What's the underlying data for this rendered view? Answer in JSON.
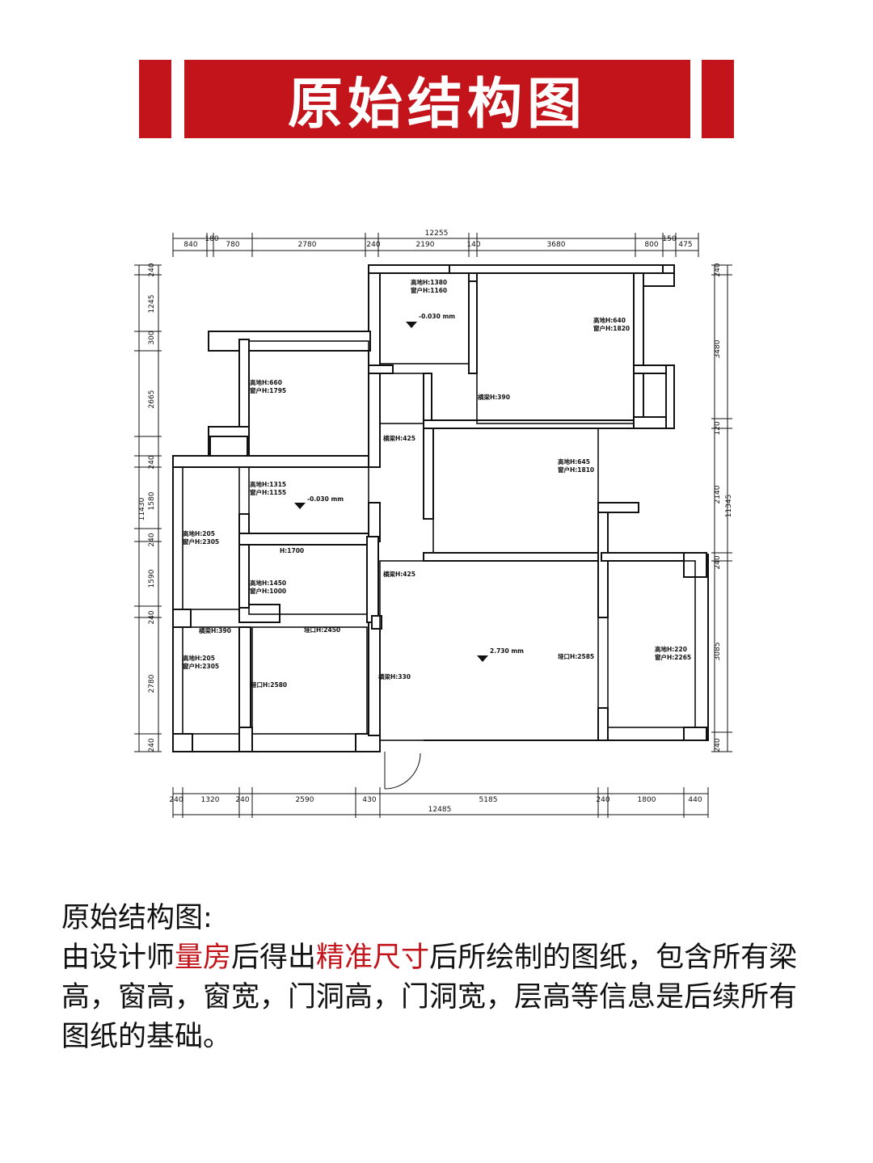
{
  "banner": {
    "title": "原始结构图"
  },
  "plan": {
    "top_dims": {
      "total": "12255",
      "segments": [
        "840",
        "180",
        "780",
        "2780",
        "240",
        "2190",
        "140",
        "3680",
        "800",
        "150",
        "475"
      ]
    },
    "bottom_dims": {
      "total": "12485",
      "segments": [
        "240",
        "1320",
        "240",
        "2590",
        "430",
        "5185",
        "240",
        "1800",
        "440"
      ]
    },
    "left_dims": {
      "total": "11430",
      "segments": [
        "240",
        "1245",
        "300",
        "2665",
        "240",
        "1580",
        "240",
        "1590",
        "240",
        "2780",
        "240"
      ]
    },
    "right_dims": {
      "total": "11345",
      "segments": [
        "240",
        "3480",
        "120",
        "2140",
        "240",
        "3085",
        "240"
      ]
    },
    "notes": [
      {
        "line1": "高地H:1380",
        "line2": "窗户H:1160"
      },
      {
        "line1": "高地H:640",
        "line2": "窗户H:1820"
      },
      {
        "line1": "高地H:660",
        "line2": "窗户H:1795"
      },
      {
        "line1": "高地H:645",
        "line2": "窗户H:1810"
      },
      {
        "line1": "高地H:1315",
        "line2": "窗户H:1155"
      },
      {
        "line1": "高地H:205",
        "line2": "窗户H:2305"
      },
      {
        "line1": "高地H:1450",
        "line2": "窗户H:1000"
      },
      {
        "line1": "高地H:205",
        "line2": "窗户H:2305"
      },
      {
        "line1": "高地H:220",
        "line2": "窗户H:2265"
      }
    ],
    "beams": [
      "横梁H:390",
      "横梁H:425",
      "横梁H:425",
      "横梁H:390",
      "横梁H:330"
    ],
    "openings": [
      "垭口H:2450",
      "垭口H:2580",
      "垭口H:2585",
      "H:1700"
    ],
    "levels": [
      "-0.030 mm",
      "-0.030 mm",
      "2.730 mm"
    ]
  },
  "description": {
    "heading": "原始结构图:",
    "p1": "由设计师",
    "hl1": "量房",
    "p2": "后得出",
    "hl2": "精准尺寸",
    "p3": "后所绘制的图纸，包含所有梁高，窗高，窗宽，门洞高，门洞宽，层高等信息是后续所有图纸的基础。"
  },
  "colors": {
    "accent": "#c4141b",
    "wall": "#ffffff",
    "line": "#111111"
  }
}
